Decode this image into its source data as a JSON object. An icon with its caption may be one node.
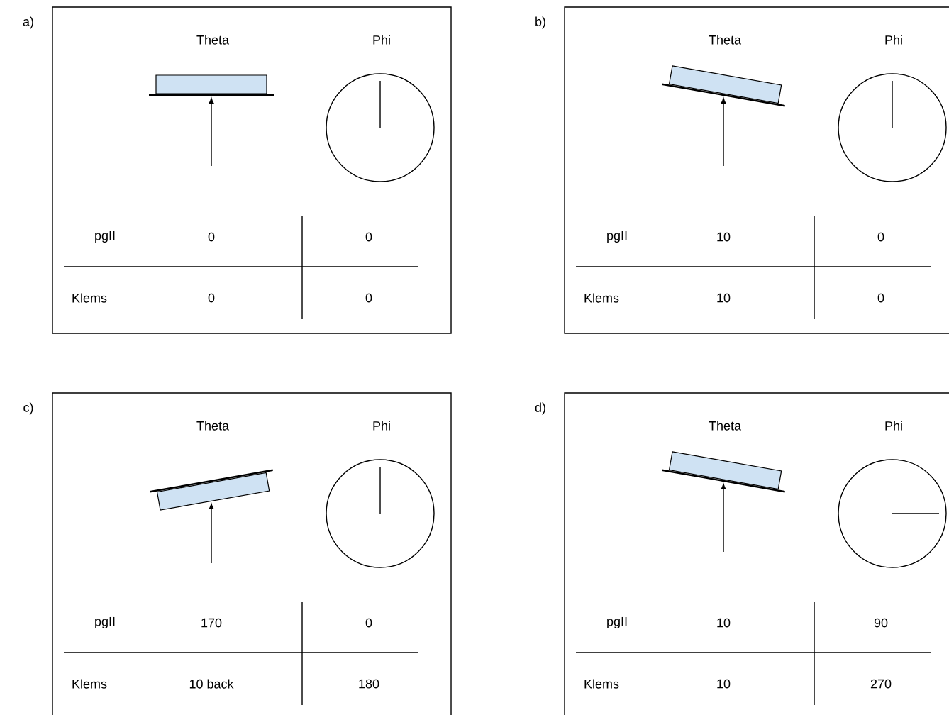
{
  "diagram": {
    "nodes": [
      {
        "text": [
          "a)",
          "Theta",
          "Phi",
          "pgII",
          "0",
          "0",
          "Klems",
          "0",
          "0"
        ]
      },
      {
        "text": [
          "b)",
          "Theta",
          "Phi",
          "pgII",
          "10",
          "0",
          "Klems",
          "10",
          "0"
        ]
      },
      {
        "text": [
          "c)",
          "Theta",
          "Phi",
          "pgII",
          "170",
          "0",
          "Klems",
          "10 back",
          "180"
        ]
      },
      {
        "text": [
          "d)",
          "Theta",
          "Phi",
          "pgII",
          "10",
          "90",
          "Klems",
          "10",
          "270"
        ]
      }
    ]
  }
}
